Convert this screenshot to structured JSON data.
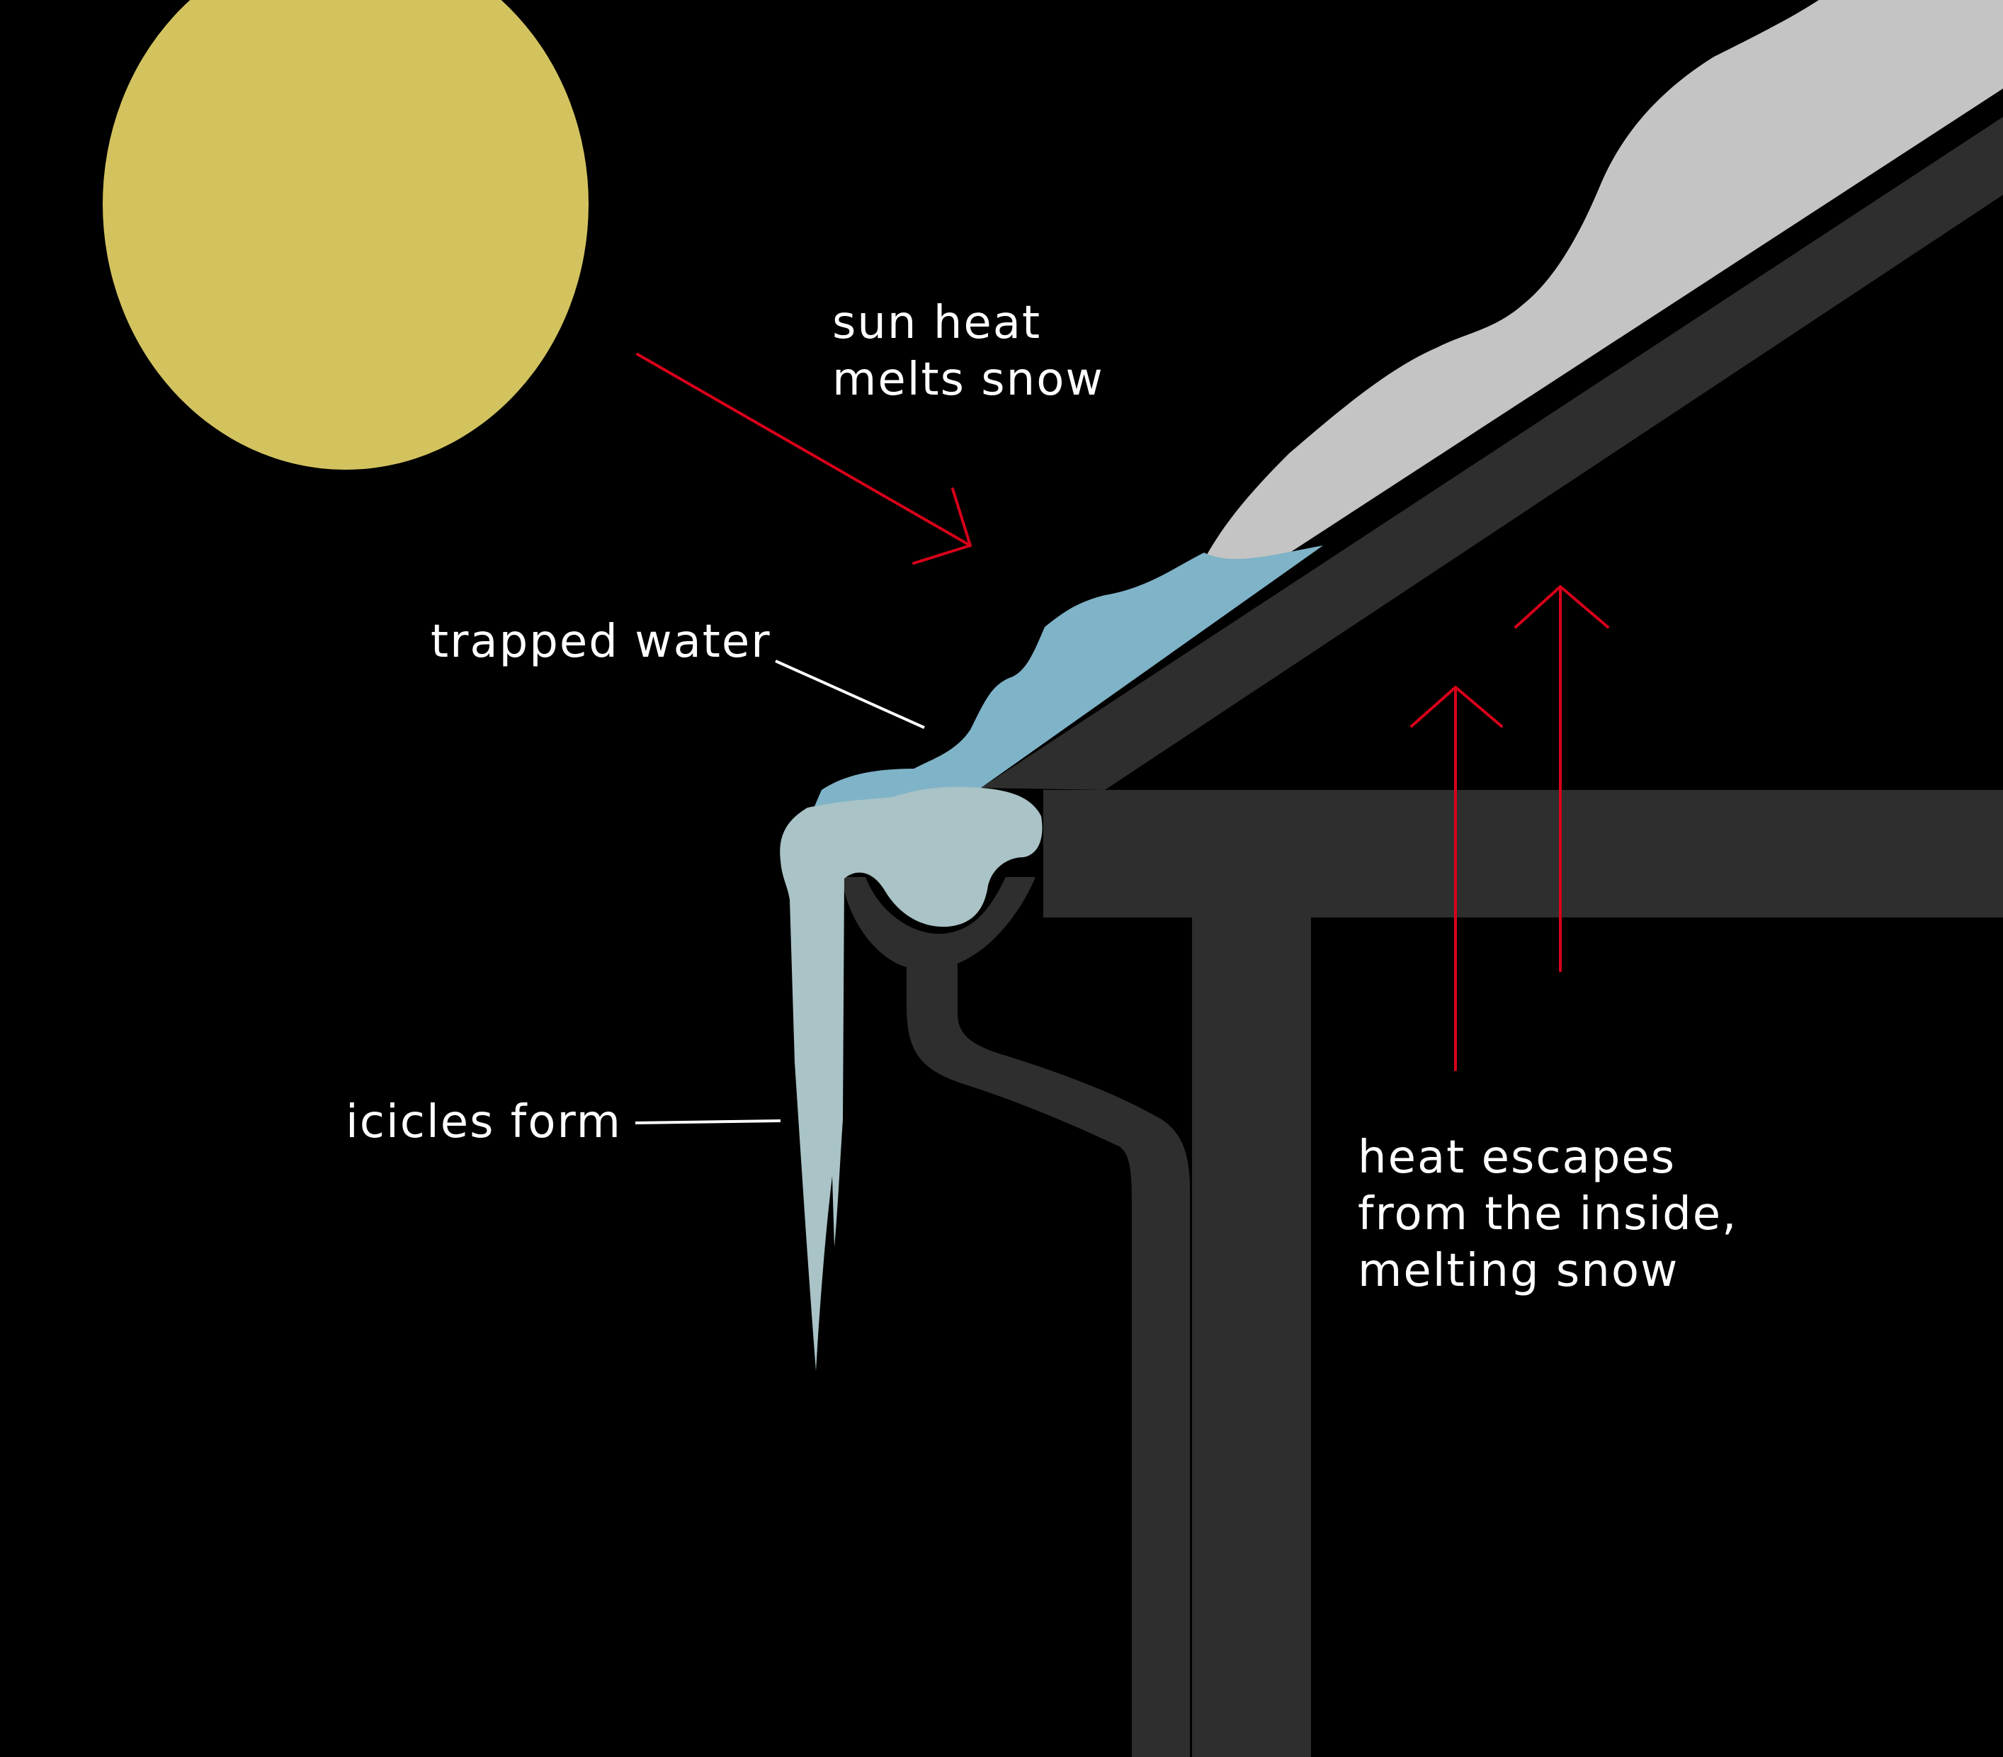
{
  "colors": {
    "background": "#000000",
    "sun": "#d3c35f",
    "structure": "#2e2e2e",
    "snow": "#c4c4c4",
    "water": "#7fb3c8",
    "ice": "#a9c3c6",
    "arrow": "#d8001a",
    "text": "#ffffff"
  },
  "labels": {
    "sun_heat": [
      "sun heat",
      "melts snow"
    ],
    "trapped_water": "trapped water",
    "icicles": "icicles form",
    "heat_escapes": [
      "heat escapes",
      "from the inside,",
      "melting snow"
    ]
  }
}
